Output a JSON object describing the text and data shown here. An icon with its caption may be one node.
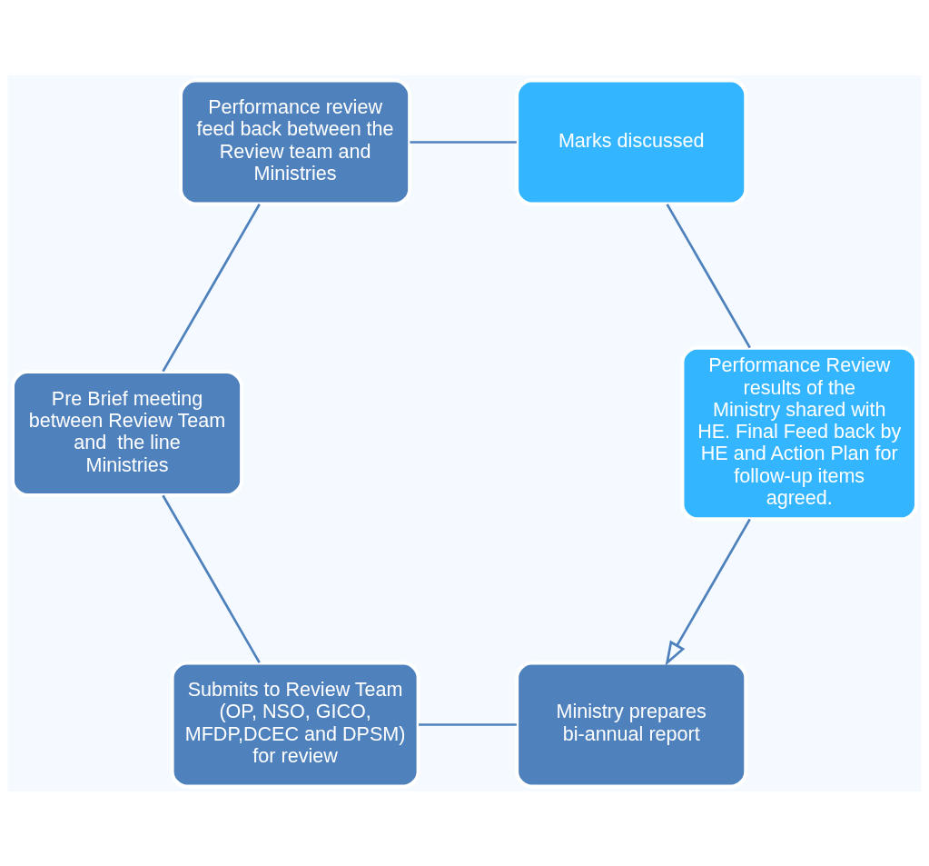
{
  "diagram": {
    "nodes": [
      {
        "text": [
          "Ministry prepares bi-annual report"
        ]
      },
      {
        "text": [
          "Submits to Review Team (OP, NSO, GICO, MFDP,DCEC and DPSM) for review"
        ]
      },
      {
        "text": [
          "Pre Brief meeting between Review Team and  the line Ministries"
        ]
      },
      {
        "text": [
          "Performance review feed back between the Review team and Ministries"
        ]
      },
      {
        "text": [
          "Marks discussed"
        ]
      },
      {
        "text": [
          "Performance Review results of the Ministry shared with HE. Final Feed back by HE and Action Plan for follow-up items agreed."
        ]
      }
    ],
    "edges": [
      {
        "from": 0,
        "to": 1,
        "arrow": "none"
      },
      {
        "from": 1,
        "to": 2,
        "arrow": "none"
      },
      {
        "from": 2,
        "to": 3,
        "arrow": "none"
      },
      {
        "from": 3,
        "to": 4,
        "arrow": "none"
      },
      {
        "from": 4,
        "to": 5,
        "arrow": "none"
      },
      {
        "from": 5,
        "to": 0,
        "arrow": "to"
      }
    ]
  }
}
